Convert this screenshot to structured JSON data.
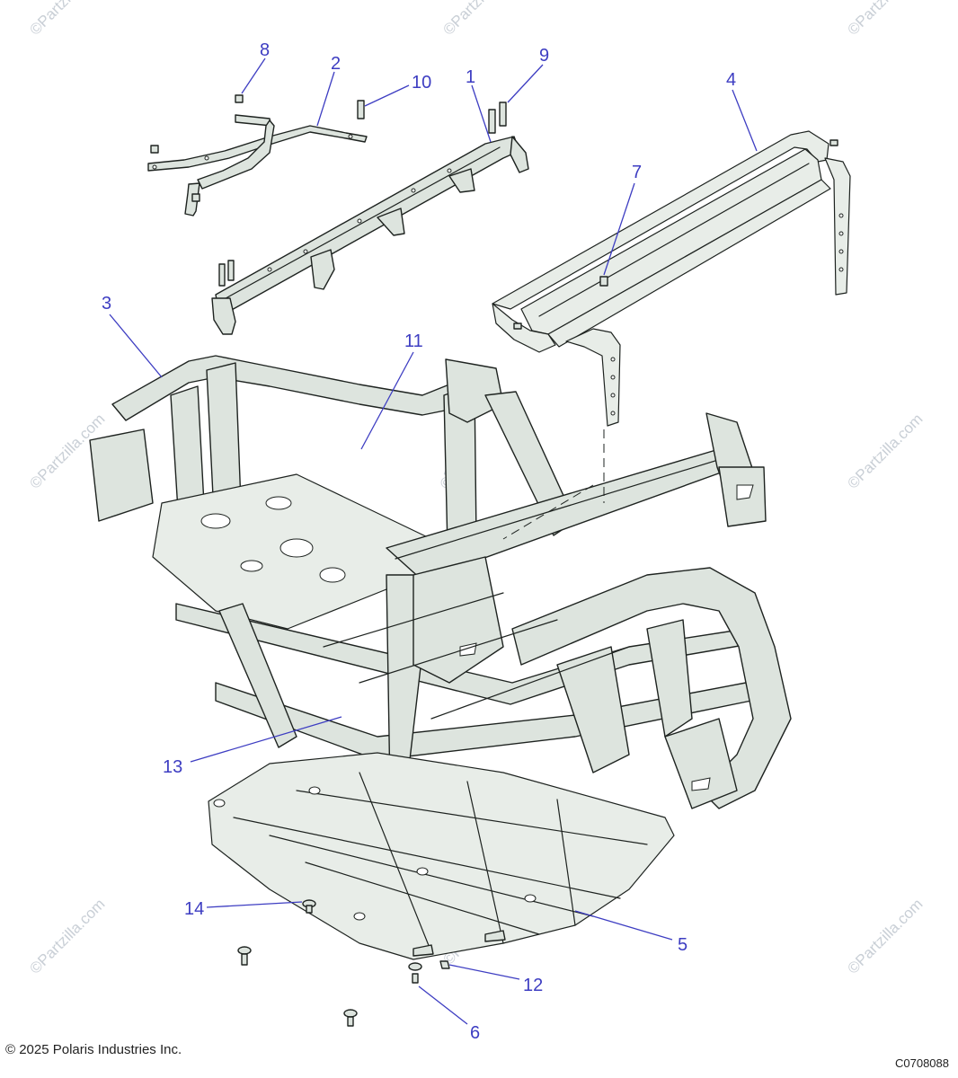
{
  "diagram": {
    "callouts": [
      "1",
      "2",
      "3",
      "4",
      "5",
      "6",
      "7",
      "8",
      "9",
      "10",
      "11",
      "12",
      "13",
      "14"
    ],
    "watermark": "©Partzilla.com",
    "copyright": "© 2025 Polaris Industries Inc.",
    "figure_id": "C0708088"
  },
  "colors": {
    "callout": "#3d3dc2",
    "part_fill": "#dde4de",
    "line": "#1e2320"
  }
}
